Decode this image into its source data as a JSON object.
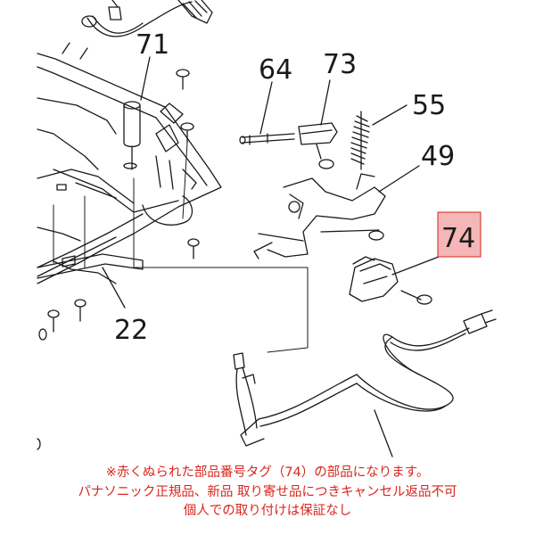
{
  "diagram": {
    "callouts": {
      "c71": "71",
      "c64": "64",
      "c73": "73",
      "c55": "55",
      "c49": "49",
      "c74": "74",
      "c22": "22"
    },
    "highlight_color": "#f4b6b6",
    "highlight_border": "#d9251d",
    "line_color": "#1a1a1a"
  },
  "notes": {
    "line1": "※赤くぬられた部品番号タグ（74）の部品になります。",
    "line2": "パナソニック正規品、新品 取り寄せ品につきキャンセル返品不可",
    "line3": "個人での取り付けは保証なし"
  }
}
